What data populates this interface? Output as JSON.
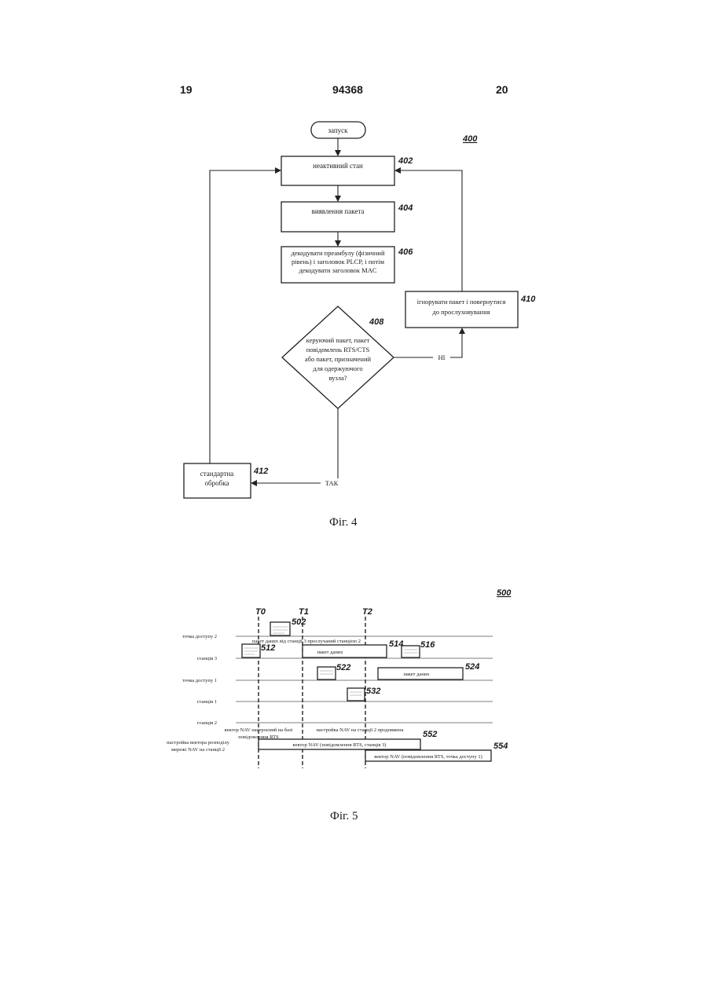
{
  "header": {
    "page_left": "19",
    "doc_number": "94368",
    "page_right": "20"
  },
  "fig4": {
    "id": "400",
    "start": "запуск",
    "steps": [
      {
        "ref": "402",
        "lines": [
          "неактивний стан"
        ]
      },
      {
        "ref": "404",
        "lines": [
          "виявлення пакета"
        ]
      },
      {
        "ref": "406",
        "lines": [
          "декодувати преамбулу (фізичний",
          "рівень) і заголовок PLCP, і потім",
          "декодувати заголовок MAC"
        ]
      }
    ],
    "decision": {
      "ref": "408",
      "lines": [
        "керуючий пакет, пакет",
        "повідомлень RTS/CTS",
        "або пакет, призначений",
        "для одержуючого",
        "вузла?"
      ]
    },
    "ignore": {
      "ref": "410",
      "lines": [
        "ігнорувати пакет і повернутися",
        "до прослуховування"
      ]
    },
    "process": {
      "ref": "412",
      "lines": [
        "стандартна",
        "обробка"
      ]
    },
    "no_label": "НІ",
    "yes_label": "ТАК",
    "caption": "Фіг. 4"
  },
  "fig5": {
    "id": "500",
    "times": [
      "T0",
      "T1",
      "T2"
    ],
    "rows": [
      "точка доступу 2",
      "станція 3",
      "точка доступу 1",
      "станція 1",
      "станція 2"
    ],
    "refs": [
      "502",
      "512",
      "514",
      "516",
      "522",
      "524",
      "532",
      "552",
      "554"
    ],
    "labels": {
      "above_packet": "пакет даних від станції 3 прослуханий станцією 2",
      "packet_514": "пакет даних",
      "packet_524": "пакет даних",
      "nav_left_1": "вектор NAV настроєний на базі",
      "nav_left_2": "повідомлення RTS",
      "nav_mid": "настройка NAV на станції 2 продовжена",
      "nav_vec_left_1": "настройка вектора розподілу",
      "nav_vec_left_2": "мережі NAV на станції 2",
      "bar_552": "вектор NAV (повідомлення RTS, станція 3)",
      "bar_554": "вектор NAV (повідомлення RTS, точка доступу 1)"
    },
    "caption": "Фіг. 5"
  }
}
